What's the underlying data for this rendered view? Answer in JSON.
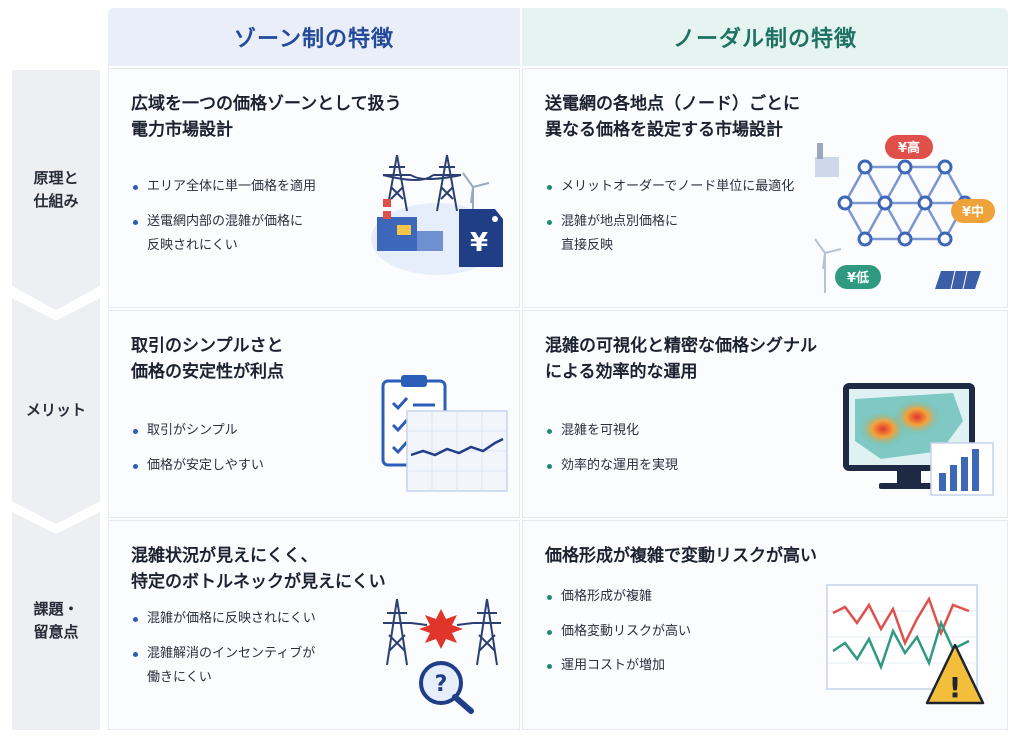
{
  "header": {
    "zone": "ゾーン制の特徴",
    "nodal": "ノーダル制の特徴"
  },
  "rows": {
    "principle": {
      "label_lines": [
        "原理と",
        "仕組み"
      ],
      "zone": {
        "title_lines": [
          "広域を一つの価格ゾーンとして扱う",
          "電力市場設計"
        ],
        "bullets": [
          [
            "エリア全体に単一価格を適用"
          ],
          [
            "送電網内部の混雑が価格に",
            "反映されにくい"
          ]
        ],
        "yen": "¥"
      },
      "nodal": {
        "title_lines": [
          "送電網の各地点（ノード）ごとに",
          "異なる価格を設定する市場設計"
        ],
        "bullets": [
          [
            "メリットオーダーでノード単位に最適化"
          ],
          [
            "混雑が地点別価格に",
            "直接反映"
          ]
        ],
        "badges": {
          "high": "¥高",
          "mid": "¥中",
          "low": "¥低"
        }
      }
    },
    "merit": {
      "label_lines": [
        "メリット"
      ],
      "zone": {
        "title_lines": [
          "取引のシンプルさと",
          "価格の安定性が利点"
        ],
        "bullets": [
          [
            "取引がシンプル"
          ],
          [
            "価格が安定しやすい"
          ]
        ]
      },
      "nodal": {
        "title_lines": [
          "混雑の可視化と精密な価格シグナル",
          "による効率的な運用"
        ],
        "bullets": [
          [
            "混雑を可視化"
          ],
          [
            "効率的な運用を実現"
          ]
        ]
      }
    },
    "issue": {
      "label_lines": [
        "課題・",
        "留意点"
      ],
      "zone": {
        "title_lines": [
          "混雑状況が見えにくく、",
          "特定のボトルネックが見えにくい"
        ],
        "bullets": [
          [
            "混雑が価格に反映されにくい"
          ],
          [
            "混雑解消のインセンティブが",
            "働きにくい"
          ]
        ],
        "question": "?"
      },
      "nodal": {
        "title_lines": [
          "価格形成が複雑で変動リスクが高い"
        ],
        "bullets": [
          [
            "価格形成が複雑"
          ],
          [
            "価格変動リスクが高い"
          ],
          [
            "運用コストが増加"
          ]
        ],
        "warning": "!"
      }
    }
  },
  "colors": {
    "zone_accent": "#234a9b",
    "nodal_accent": "#1d7264",
    "badge_high": "#e0504a",
    "badge_mid": "#f0a23a",
    "badge_low": "#2f9a80"
  }
}
